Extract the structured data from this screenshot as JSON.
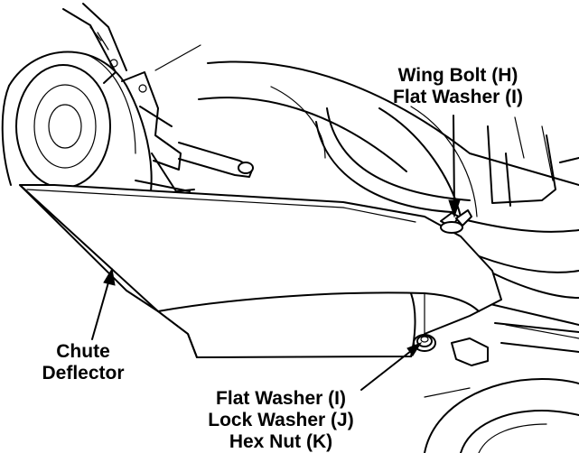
{
  "callouts": {
    "wing_bolt": {
      "lines": [
        "Wing Bolt (H)",
        "Flat Washer (I)"
      ]
    },
    "chute_deflector": {
      "lines": [
        "Chute",
        "Deflector"
      ]
    },
    "nut_stack": {
      "lines": [
        "Flat Washer (I)",
        "Lock Washer (J)",
        "Hex Nut (K)"
      ]
    }
  }
}
